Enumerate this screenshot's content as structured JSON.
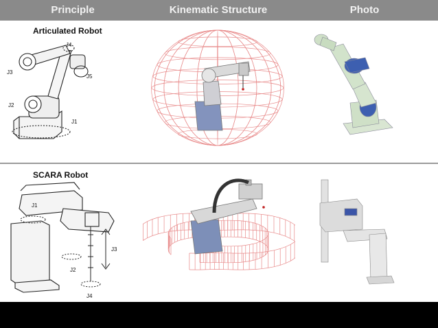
{
  "header": {
    "principle": "Principle",
    "kinematic": "Kinematic Structure",
    "photo": "Photo"
  },
  "rows": [
    {
      "label": "Articulated Robot",
      "joints": [
        "J4",
        "J3",
        "J5",
        "J2",
        "J1"
      ]
    },
    {
      "label": "SCARA Robot",
      "joints": [
        "J1",
        "J2",
        "J3",
        "J4"
      ]
    }
  ],
  "colors": {
    "header_bg": "#8a8a8a",
    "header_text": "#f2f2f2",
    "workspace_mesh": "#e88a8a",
    "robot_base_blue": "#7d8fb8",
    "robot_body_grey": "#d4d4d4",
    "photo_arm_green": "#cfe0c7",
    "photo_arm_blue": "#3d5fb0"
  }
}
